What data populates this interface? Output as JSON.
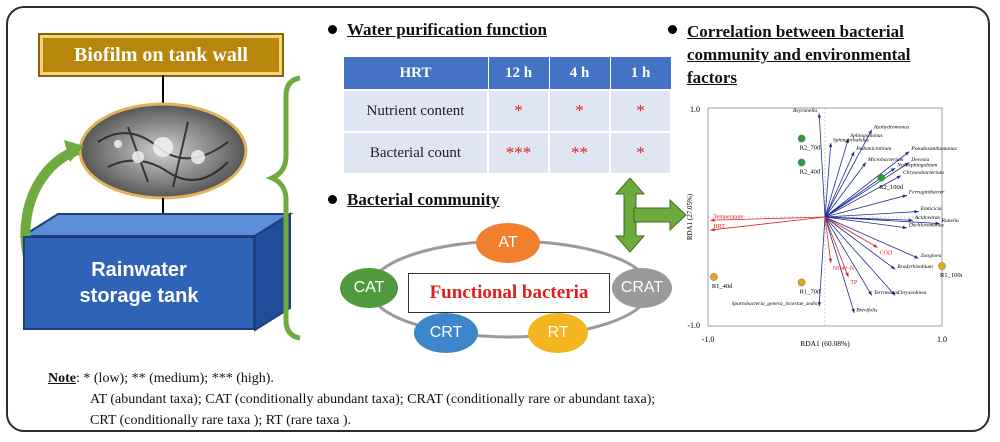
{
  "left_panel": {
    "biofilm_label": "Biofilm on tank wall",
    "tank_line1": "Rainwater",
    "tank_line2": "storage tank"
  },
  "water_purification": {
    "title": "Water purification function",
    "header": [
      "HRT",
      "12 h",
      "4 h",
      "1 h"
    ],
    "rows": [
      {
        "label": "Nutrient content",
        "values": [
          "*",
          "*",
          "*"
        ]
      },
      {
        "label": "Bacterial count",
        "values": [
          "***",
          "**",
          "*"
        ]
      }
    ]
  },
  "bacterial_community": {
    "title": "Bacterial community",
    "center_label": "Functional bacteria",
    "nodes": [
      {
        "label": "AT",
        "color": "#f07f2e"
      },
      {
        "label": "CAT",
        "color": "#4e9a3d"
      },
      {
        "label": "CRAT",
        "color": "#9a9a9a"
      },
      {
        "label": "CRT",
        "color": "#3d86c9"
      },
      {
        "label": "RT",
        "color": "#f3b520"
      }
    ]
  },
  "correlation": {
    "title_line1": "Correlation between bacterial",
    "title_line2": "community and environmental",
    "title_line3": "factors"
  },
  "chart_data": {
    "type": "scatter",
    "title": "",
    "xlabel": "RDA1 (60.08%)",
    "ylabel": "RDA1 (27.05%)",
    "xlim": [
      -1.0,
      1.0
    ],
    "ylim": [
      -1.0,
      1.0
    ],
    "x_ticks": [
      "-1.0",
      "1.0"
    ],
    "y_ticks": [
      "1.0",
      "-1.0"
    ],
    "samples": [
      {
        "label": "R2_70d",
        "x": -0.2,
        "y": 0.72,
        "color": "#2e9e3a"
      },
      {
        "label": "R2_40d",
        "x": -0.2,
        "y": 0.5,
        "color": "#2e9e3a"
      },
      {
        "label": "R2_100d",
        "x": 0.48,
        "y": 0.36,
        "color": "#2e9e3a"
      },
      {
        "label": "R1_40d",
        "x": -0.95,
        "y": -0.55,
        "color": "#e8a21a"
      },
      {
        "label": "R1_70d",
        "x": -0.2,
        "y": -0.6,
        "color": "#e8a21a"
      },
      {
        "label": "R1_100d",
        "x": 1.0,
        "y": -0.45,
        "color": "#e8a21a"
      }
    ],
    "environmental_factors": [
      {
        "label": "Temperature",
        "x": -0.98,
        "y": -0.03
      },
      {
        "label": "HRT",
        "x": -0.98,
        "y": -0.12
      },
      {
        "label": "NH4+-N",
        "x": 0.05,
        "y": -0.42
      },
      {
        "label": "COD",
        "x": 0.45,
        "y": -0.28
      },
      {
        "label": "TP",
        "x": 0.2,
        "y": -0.55
      }
    ],
    "taxa": [
      {
        "label": "Reyranella",
        "x": -0.05,
        "y": 0.95
      },
      {
        "label": "Azohydromonas",
        "x": 0.4,
        "y": 0.8
      },
      {
        "label": "Sphingomonas",
        "x": 0.2,
        "y": 0.72
      },
      {
        "label": "Sphingorhabdus",
        "x": 0.05,
        "y": 0.68
      },
      {
        "label": "Pedomicrobium",
        "x": 0.25,
        "y": 0.6
      },
      {
        "label": "Pseudoxanthomonas",
        "x": 0.72,
        "y": 0.6
      },
      {
        "label": "Microbacterium",
        "x": 0.35,
        "y": 0.5
      },
      {
        "label": "Devosia",
        "x": 0.72,
        "y": 0.5
      },
      {
        "label": "Novosphingobium",
        "x": 0.6,
        "y": 0.45
      },
      {
        "label": "Chryseobacterium",
        "x": 0.65,
        "y": 0.38
      },
      {
        "label": "Ferruginibacter",
        "x": 0.7,
        "y": 0.2
      },
      {
        "label": "Emticicia",
        "x": 0.8,
        "y": 0.05
      },
      {
        "label": "Acidovorax",
        "x": 0.75,
        "y": -0.03
      },
      {
        "label": "Runella",
        "x": 0.98,
        "y": -0.06
      },
      {
        "label": "Dechloromonas",
        "x": 0.7,
        "y": -0.1
      },
      {
        "label": "Zoogloea",
        "x": 0.8,
        "y": -0.38
      },
      {
        "label": "Bradyrhizobium",
        "x": 0.6,
        "y": -0.48
      },
      {
        "label": "Chryseolinea",
        "x": 0.6,
        "y": -0.72
      },
      {
        "label": "Terrimonas",
        "x": 0.4,
        "y": -0.72
      },
      {
        "label": "Brevifolis",
        "x": 0.25,
        "y": -0.88
      },
      {
        "label": "Spartobacteria_genera_incertae_sedis",
        "x": -0.05,
        "y": -0.82
      }
    ]
  }
}
